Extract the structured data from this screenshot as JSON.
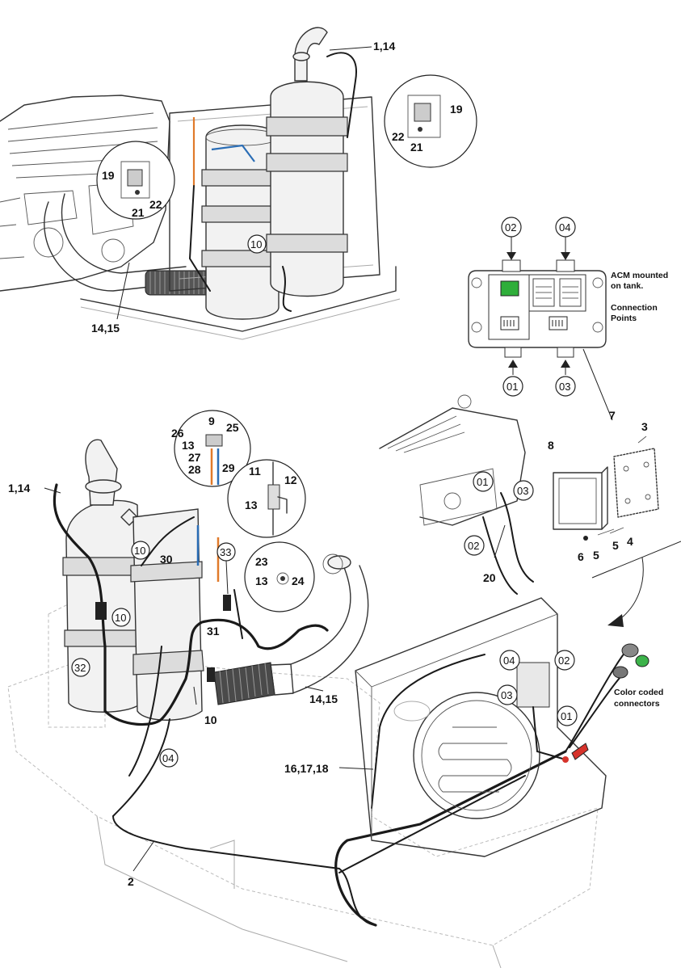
{
  "callouts": {
    "top_1_14": "1,14",
    "top_19a": "19",
    "top_22a": "22",
    "top_21a": "21",
    "top_19b": "19",
    "top_21b": "21",
    "top_22b": "22",
    "top_10": "10",
    "top_14_15": "14,15",
    "acm_02": "02",
    "acm_04": "04",
    "acm_01": "01",
    "acm_03": "03",
    "acm_note_1": "ACM mounted",
    "acm_note_2": "on tank.",
    "acm_note_3": "Connection",
    "acm_note_4": "Points",
    "br_7": "7",
    "br_3": "3",
    "br_8": "8",
    "br_4": "4",
    "br_5a": "5",
    "br_5b": "5",
    "br_6": "6",
    "eng_01": "01",
    "eng_03": "03",
    "eng_02": "02",
    "eng_20": "20",
    "det_9": "9",
    "det_26": "26",
    "det_25": "25",
    "det_13a": "13",
    "det_27": "27",
    "det_28": "28",
    "det_29": "29",
    "det_11": "11",
    "det_12": "12",
    "det_13b": "13",
    "det_23": "23",
    "det_13c": "13",
    "det_24": "24",
    "bot_1_14": "1,14",
    "bot_10a": "10",
    "bot_30": "30",
    "bot_33": "33",
    "bot_10b": "10",
    "bot_31": "31",
    "bot_32": "32",
    "bot_10c": "10",
    "bot_14_15": "14,15",
    "bot_04": "04",
    "bot_16_17_18": "16,17,18",
    "bot_2": "2",
    "tank_04": "04",
    "tank_02": "02",
    "tank_03": "03",
    "tank_01": "01",
    "color_note_1": "Color coded",
    "color_note_2": "connectors"
  },
  "acm_module": {
    "connector_label_top_right": "//////\n//////",
    "indicator_color": "#2fae3a"
  },
  "colors": {
    "accent_orange": "#e07a2a",
    "accent_blue": "#2a6db5",
    "connector_green": "#3cb34a",
    "connector_red": "#d6332b"
  }
}
